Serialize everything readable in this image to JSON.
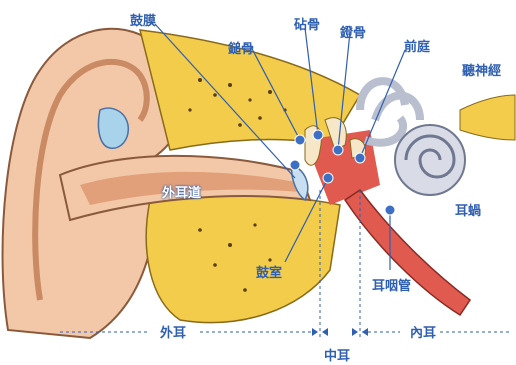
{
  "labels": {
    "eardrum": "鼓膜",
    "malleus": "鎚骨",
    "incus": "砧骨",
    "stapes": "鐙骨",
    "vestibule": "前庭",
    "auditory_nerve": "聽神經",
    "ear_canal": "外耳道",
    "cochlea": "耳蝸",
    "tympanic_cavity": "鼓室",
    "eustachian_tube": "耳咽管"
  },
  "sections": {
    "outer_ear": "外耳",
    "middle_ear": "中耳",
    "inner_ear": "內耳"
  },
  "colors": {
    "label": "#2f5fb0",
    "skin": "#f3c8a8",
    "skin_dark": "#e2a07a",
    "bone": "#f2cc4a",
    "canal": "#d9534f",
    "cochlea": "#d9dce6",
    "dot": "#3d6fc4"
  }
}
